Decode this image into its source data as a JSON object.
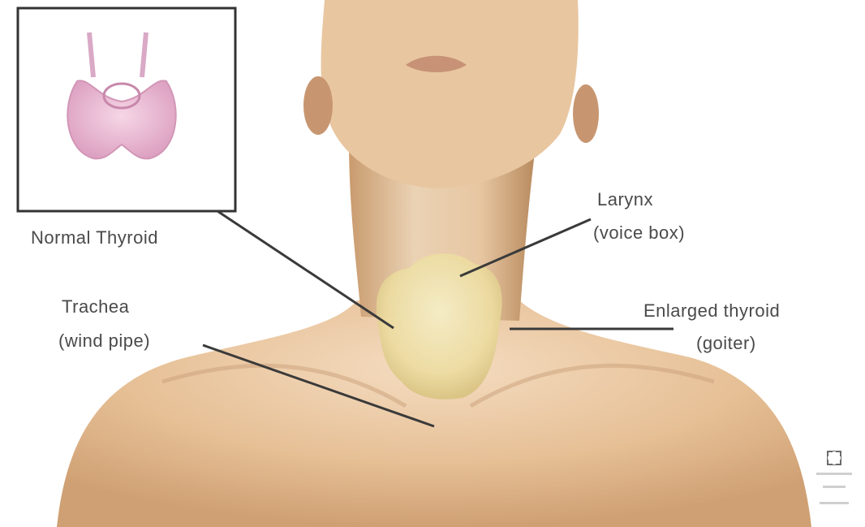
{
  "labels": {
    "normal_thyroid": "Normal Thyroid",
    "larynx": "Larynx",
    "larynx_sub": "(voice box)",
    "trachea": "Trachea",
    "trachea_sub": "(wind pipe)",
    "enlarged_thyroid": "Enlarged thyroid",
    "enlarged_thyroid_sub": "(goiter)"
  },
  "colors": {
    "skin": "#e8c29a",
    "skin_shadow": "#c99b6e",
    "thyroid_normal": "#e9b6cf",
    "goiter": "#efe2a8",
    "leader_line": "#3a3a3a",
    "inset_border": "#333333"
  },
  "icons": {
    "logo": "adam-logo-icon"
  }
}
